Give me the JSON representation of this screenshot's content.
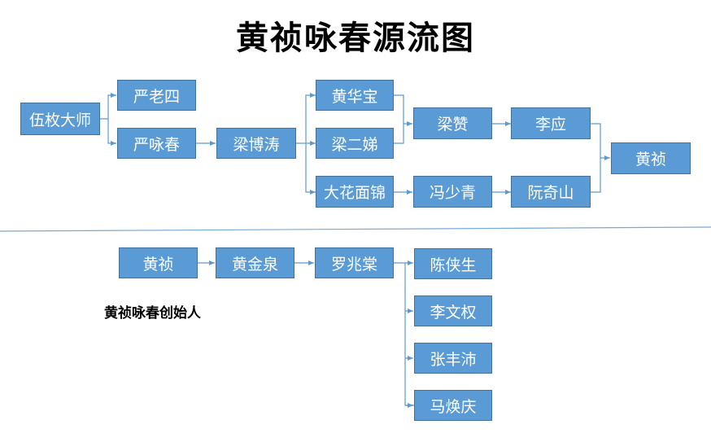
{
  "title": "黄祯咏春源流图",
  "upper": {
    "wu_mei": "伍枚大师",
    "yan_laosi": "严老四",
    "yan_yongchun": "严咏春",
    "liang_botao": "梁博涛",
    "huang_huabao": "黄华宝",
    "liang_erdi": "梁二娣",
    "dahua_mianjin": "大花面锦",
    "liang_zan": "梁赞",
    "feng_shaoqing": "冯少青",
    "li_ying": "李应",
    "ruan_qishan": "阮奇山",
    "huang_zhen": "黄祯"
  },
  "lower": {
    "huang_zhen": "黄祯",
    "huang_jinquan": "黄金泉",
    "luo_zhaotang": "罗兆棠",
    "chen_xiasheng": "陈侠生",
    "li_wenquan": "李文权",
    "zhang_fengpei": "张丰沛",
    "ma_huanqing": "马焕庆",
    "caption": "黄祯咏春创始人"
  },
  "colors": {
    "node_fill": "#5b9bd5",
    "node_border": "#41719c",
    "line": "#5b9bd5"
  }
}
